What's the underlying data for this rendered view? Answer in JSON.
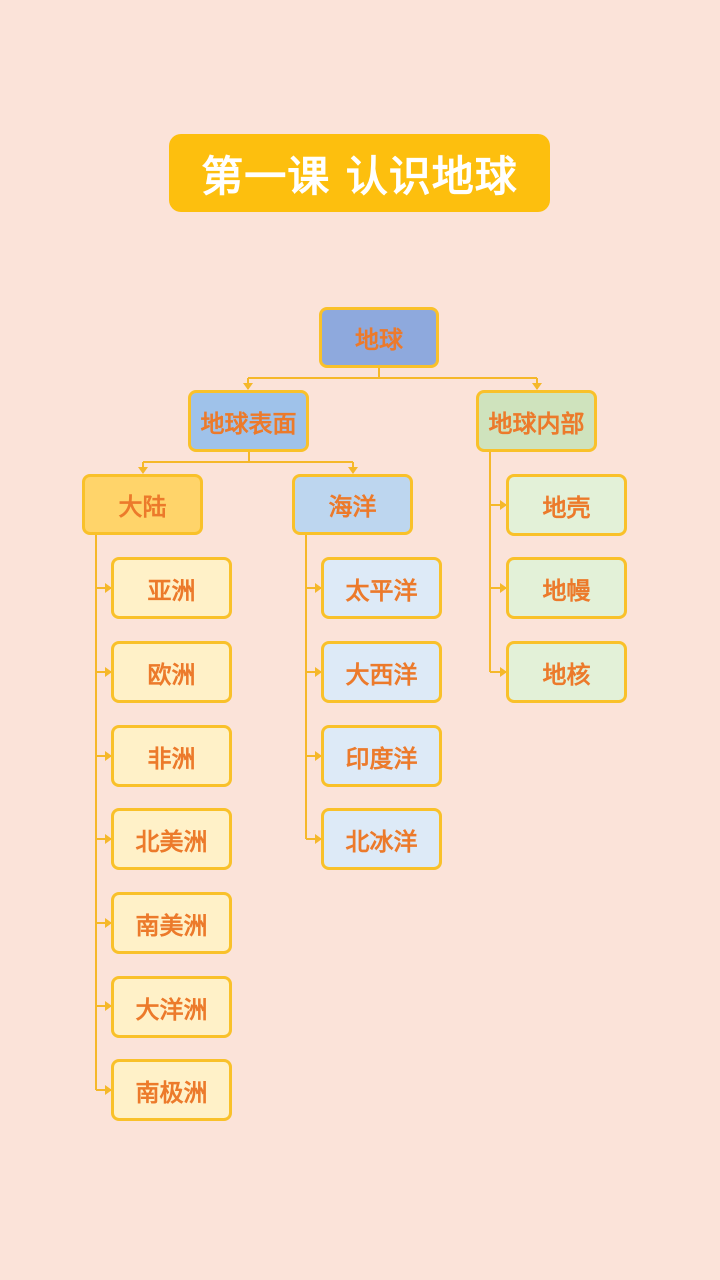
{
  "title": "第一课 认识地球",
  "root": "地球",
  "surface": {
    "label": "地球表面",
    "land": {
      "label": "大陆",
      "items": [
        "亚洲",
        "欧洲",
        "非洲",
        "北美洲",
        "南美洲",
        "大洋洲",
        "南极洲"
      ]
    },
    "ocean": {
      "label": "海洋",
      "items": [
        "太平洋",
        "大西洋",
        "印度洋",
        "北冰洋"
      ]
    }
  },
  "interior": {
    "label": "地球内部",
    "items": [
      "地壳",
      "地幔",
      "地核"
    ]
  },
  "colors": {
    "background": "#fbe3d9",
    "title_bg": "#fdbf0e",
    "line": "#f5b82a",
    "text": "#ec7a2b"
  }
}
